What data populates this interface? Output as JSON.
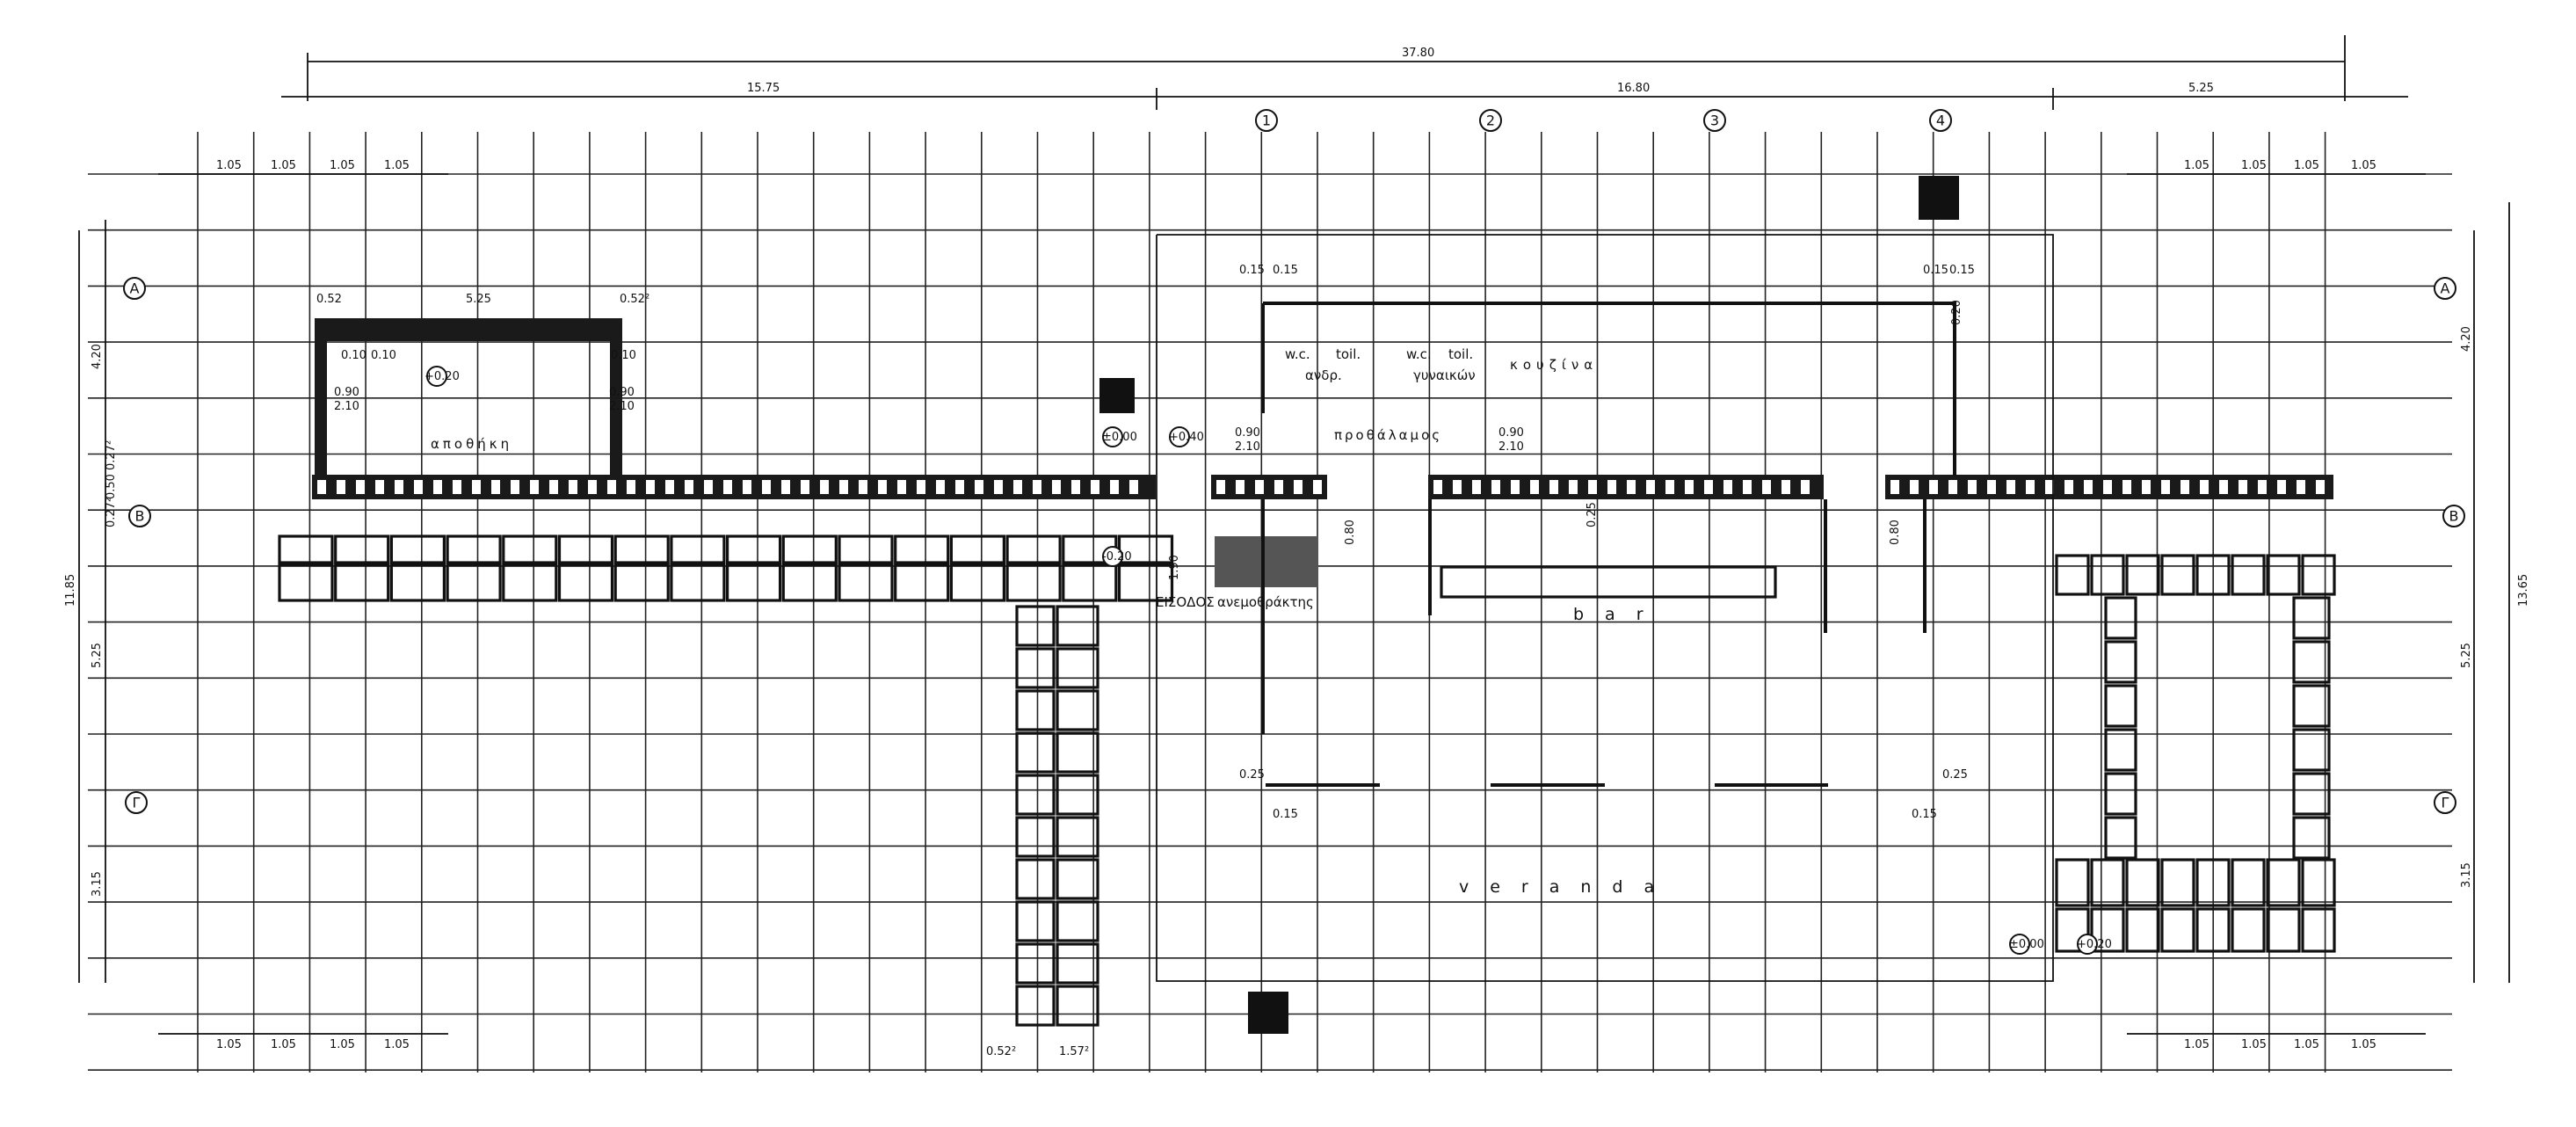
{
  "dimensions": {
    "overall": "37.80",
    "left_span": "15.75",
    "middle_span": "16.80",
    "right_span": "5.25",
    "module": "1.05",
    "left_height": "11.85",
    "right_height": "13.65",
    "row_a_b": "4.20",
    "row_b_g": "5.25",
    "row_g_end": "3.15",
    "wall_thk": "0.52",
    "wall_thk_b": "0.52²",
    "inner_wall": "5.25",
    "small_a": "0.10",
    "small_b": "0.15",
    "small_c": "0.25",
    "door_w": "0.90",
    "door_h": "2.10",
    "door_w2": "0.80",
    "col_a": "0.27²",
    "col_b": "0.50",
    "col_c": "0.27²",
    "bottom_a": "0.52²",
    "bottom_b": "1.57²",
    "stack_a": "0.20",
    "stack_b": "0.25",
    "stack_c": "1.90"
  },
  "axes": {
    "columns": [
      "1",
      "2",
      "3",
      "4"
    ],
    "rows": [
      "Α",
      "Β",
      "Γ"
    ]
  },
  "rooms": {
    "storage": "αποθήκη",
    "wc_men": "w.c.",
    "wc_men_2": "toil.",
    "men": "ανδρ.",
    "wc_women": "w.c.",
    "wc_women_2": "toil.",
    "women": "γυναικών",
    "kitchen": "κουζίνα",
    "vestibule": "προθάλαμος",
    "entrance": "ΕΙΣΟΔΟΣ",
    "windbreak": "ανεμοθράκτης",
    "bar": "bar",
    "veranda": "veranda"
  },
  "markers": {
    "elevation": "±0.00",
    "level_a": "+0.20",
    "level_b": "+0.40",
    "level_c": "-0.20"
  }
}
